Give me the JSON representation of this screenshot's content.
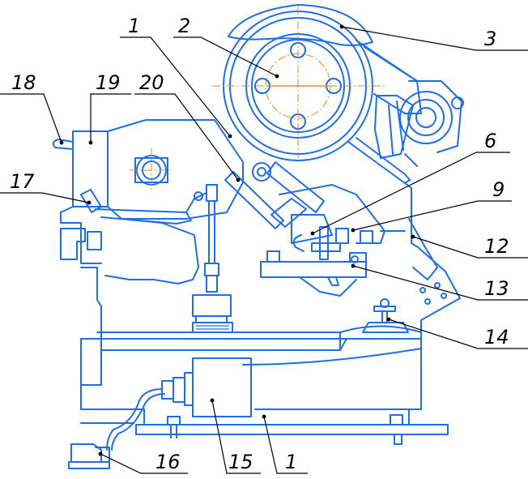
{
  "callouts": [
    {
      "id": "c1-top",
      "label": "1"
    },
    {
      "id": "c2",
      "label": "2"
    },
    {
      "id": "c3",
      "label": "3"
    },
    {
      "id": "c18",
      "label": "18"
    },
    {
      "id": "c19",
      "label": "19"
    },
    {
      "id": "c20",
      "label": "20"
    },
    {
      "id": "c6",
      "label": "6"
    },
    {
      "id": "c9",
      "label": "9"
    },
    {
      "id": "c17",
      "label": "17"
    },
    {
      "id": "c12",
      "label": "12"
    },
    {
      "id": "c13",
      "label": "13"
    },
    {
      "id": "c14",
      "label": "14"
    },
    {
      "id": "c16",
      "label": "16"
    },
    {
      "id": "c15",
      "label": "15"
    },
    {
      "id": "c1-bottom",
      "label": "1"
    }
  ],
  "colors": {
    "outline": "#1e6ee6",
    "centerline": "#f08a1c",
    "leader": "#000000"
  }
}
